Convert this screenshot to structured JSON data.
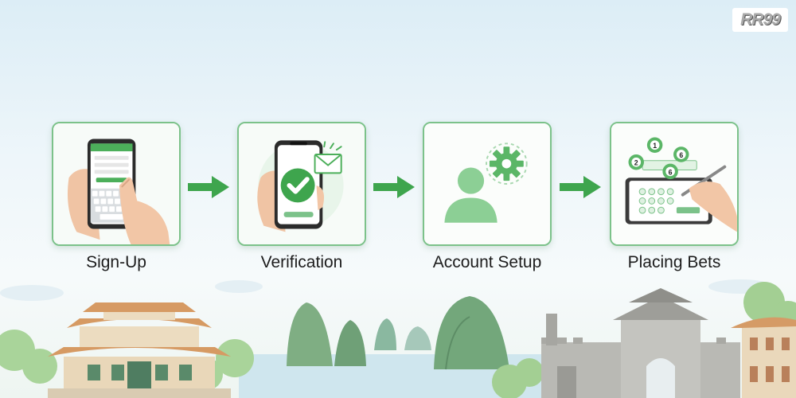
{
  "brand": {
    "logo_text": "RR99"
  },
  "steps": [
    {
      "label": "Sign-Up",
      "icon": "phone-signup-icon"
    },
    {
      "label": "Verification",
      "icon": "phone-verified-icon"
    },
    {
      "label": "Account Setup",
      "icon": "user-gear-icon"
    },
    {
      "label": "Placing Bets",
      "icon": "tablet-lottery-icon"
    }
  ],
  "lottery_balls": [
    "1",
    "6",
    "2",
    "6"
  ],
  "colors": {
    "accent": "#4caf5a",
    "card_border": "#7cc28a",
    "arrow": "#3ea54d",
    "background_top": "#dcedf6"
  }
}
